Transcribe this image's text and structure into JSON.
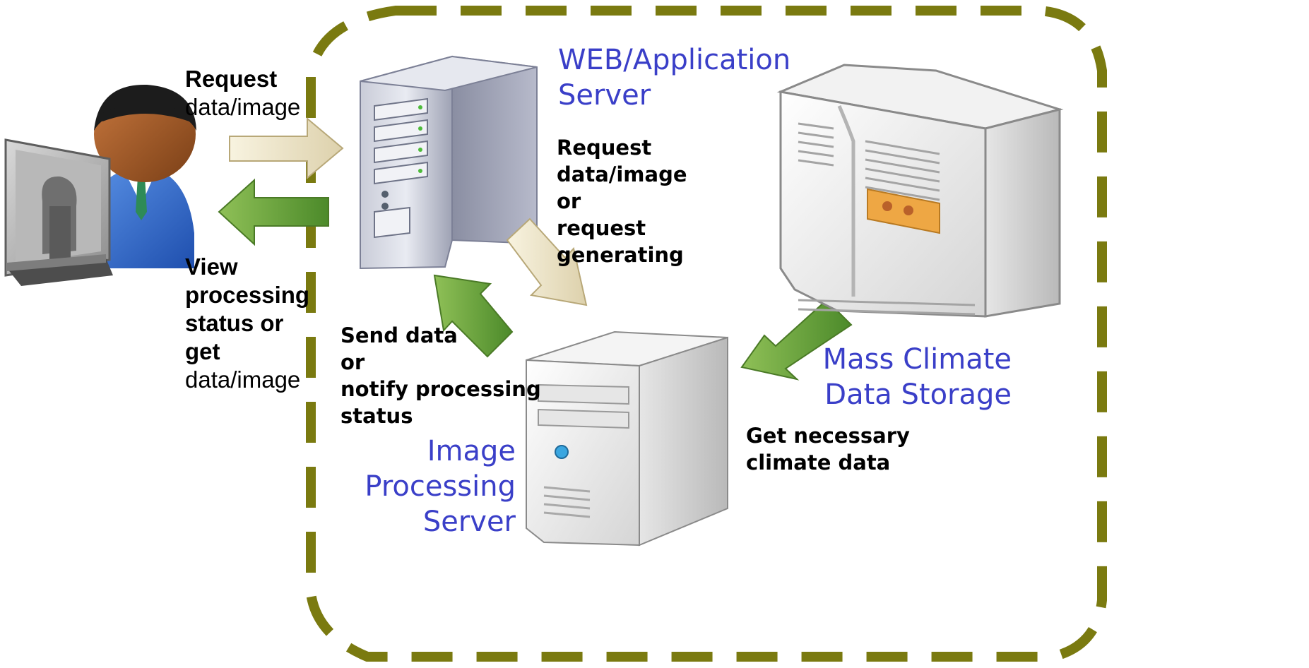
{
  "colors": {
    "boundary": "#7a7a10",
    "node_title": "#3a3fc8",
    "arrow_request": "#ece3c3",
    "arrow_response": "#5f9b35"
  },
  "user": {
    "request_bold": "Request",
    "request_text": "data/image",
    "view_bold": "View processing status or get",
    "view_text": "data/image"
  },
  "web_server": {
    "title_line1": "WEB/Application",
    "title_line2": "Server"
  },
  "image_server": {
    "title_line1": "Image",
    "title_line2": "Processing",
    "title_line3": "Server"
  },
  "storage": {
    "title_line1": "Mass Climate",
    "title_line2": "Data Storage"
  },
  "edges": {
    "web_to_image": [
      "Request",
      "data/image",
      "or",
      "request",
      "generating"
    ],
    "image_to_web": [
      "Send data",
      "or",
      "notify processing",
      "status"
    ],
    "storage_to_image": [
      "Get necessary",
      "climate data"
    ]
  }
}
